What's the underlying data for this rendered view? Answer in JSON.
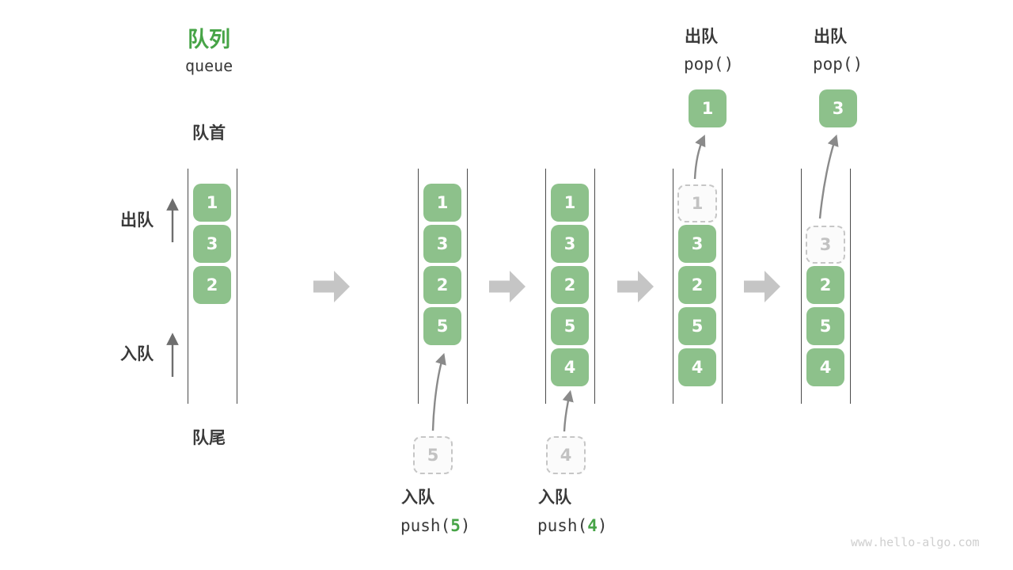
{
  "title": {
    "zh": "队列",
    "en": "queue"
  },
  "side_labels": {
    "front": "队首",
    "rear": "队尾",
    "dequeue": "出队",
    "enqueue": "入队"
  },
  "operations": {
    "push5": {
      "label": "入队",
      "fn_open": "push(",
      "arg": "5",
      "fn_close": ")"
    },
    "push4": {
      "label": "入队",
      "fn_open": "push(",
      "arg": "4",
      "fn_close": ")"
    },
    "pop1": {
      "label": "出队",
      "code": "pop()"
    },
    "pop2": {
      "label": "出队",
      "code": "pop()"
    }
  },
  "states": [
    {
      "cells": [
        "1",
        "3",
        "2"
      ]
    },
    {
      "cells": [
        "1",
        "3",
        "2",
        "5"
      ],
      "staged": "5"
    },
    {
      "cells": [
        "1",
        "3",
        "2",
        "5",
        "4"
      ],
      "staged": "4"
    },
    {
      "cells": [
        "3",
        "2",
        "5",
        "4"
      ],
      "removed": "1",
      "popped": "1"
    },
    {
      "cells": [
        "2",
        "5",
        "4"
      ],
      "removed": "3",
      "popped": "3"
    }
  ],
  "watermark": "www.hello-algo.com",
  "colors": {
    "item_green": "#8dc18b",
    "accent_green": "#47a447",
    "text_dark": "#3a3a3a",
    "block_arrow_gray": "#c5c5c5",
    "thin_arrow_gray": "#6e6e6e",
    "curve_arrow_gray": "#8a8a8a",
    "container_line": "#4a4a4a",
    "placeholder_gray": "#c2c2c2",
    "watermark_gray": "#cfcfcf"
  }
}
